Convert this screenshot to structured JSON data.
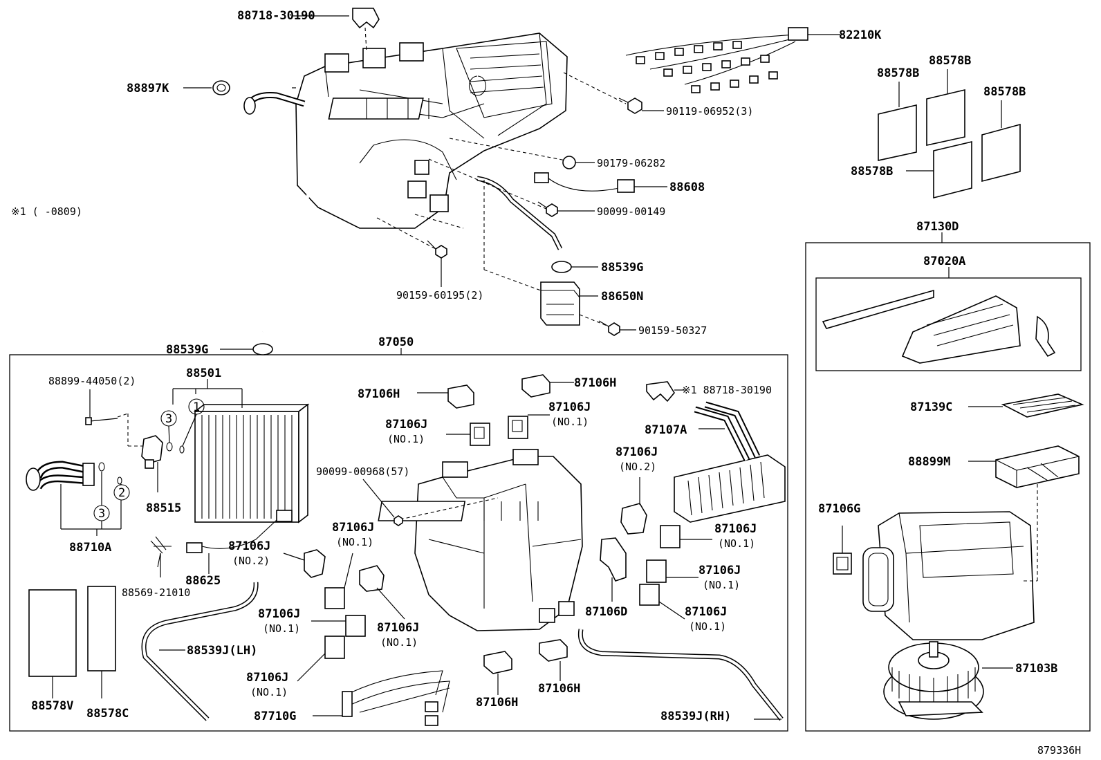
{
  "diagram_id": "879336H",
  "note_mark": "※1 ( -0809)",
  "labels": {
    "p88718_30190_top": "88718-30190",
    "p82210K": "82210K",
    "p88578B_a": "88578B",
    "p88578B_b": "88578B",
    "p88578B_c": "88578B",
    "p88578B_d": "88578B",
    "p88897K": "88897K",
    "p90119_06952": "90119-06952(3)",
    "p90179_06282": "90179-06282",
    "p88608": "88608",
    "p90099_00149": "90099-00149",
    "p87130D": "87130D",
    "p88539G_a": "88539G",
    "p87020A": "87020A",
    "p88650N": "88650N",
    "p90159_60195": "90159-60195(2)",
    "p90159_50327": "90159-50327",
    "p88539G_b": "88539G",
    "p87050": "87050",
    "p88899_44050": "88899-44050(2)",
    "p88501": "88501",
    "p87106H_a": "87106H",
    "p87106H_b": "87106H",
    "p88718_30190_b": "※1 88718-30190",
    "p87106J_a": "87106J",
    "p87106J_a_no": "(NO.1)",
    "p87106J_b": "87106J",
    "p87106J_b_no": "(NO.1)",
    "p87107A": "87107A",
    "p87139C": "87139C",
    "p87106J_c": "87106J",
    "p87106J_c_no": "(NO.2)",
    "p88899M": "88899M",
    "p90099_00968": "90099-00968(57)",
    "p88515": "88515",
    "p88710A": "88710A",
    "p87106G": "87106G",
    "p87106J_d": "87106J",
    "p87106J_d_no": "(NO.1)",
    "p87106J_e": "87106J",
    "p87106J_e_no": "(NO.1)",
    "p87106J_f": "87106J",
    "p87106J_f_no": "(NO.2)",
    "p88625": "88625",
    "p88569_21010": "88569-21010",
    "p87106J_g": "87106J",
    "p87106J_g_no": "(NO.1)",
    "p87106D": "87106D",
    "p87106J_h": "87106J",
    "p87106J_h_no": "(NO.1)",
    "p87106J_i": "87106J",
    "p87106J_i_no": "(NO.1)",
    "p87106J_j": "87106J",
    "p87106J_j_no": "(NO.1)",
    "p88539J_LH": "88539J(LH)",
    "p87106J_k": "87106J",
    "p87106J_k_no": "(NO.1)",
    "p87103B": "87103B",
    "p87106H_c": "87106H",
    "p87106H_d": "87106H",
    "p88578V": "88578V",
    "p88578C": "88578C",
    "p87710G": "87710G",
    "p88539J_RH": "88539J(RH)",
    "circle_1": "1",
    "circle_2": "2",
    "circle_3a": "3",
    "circle_3b": "3"
  }
}
